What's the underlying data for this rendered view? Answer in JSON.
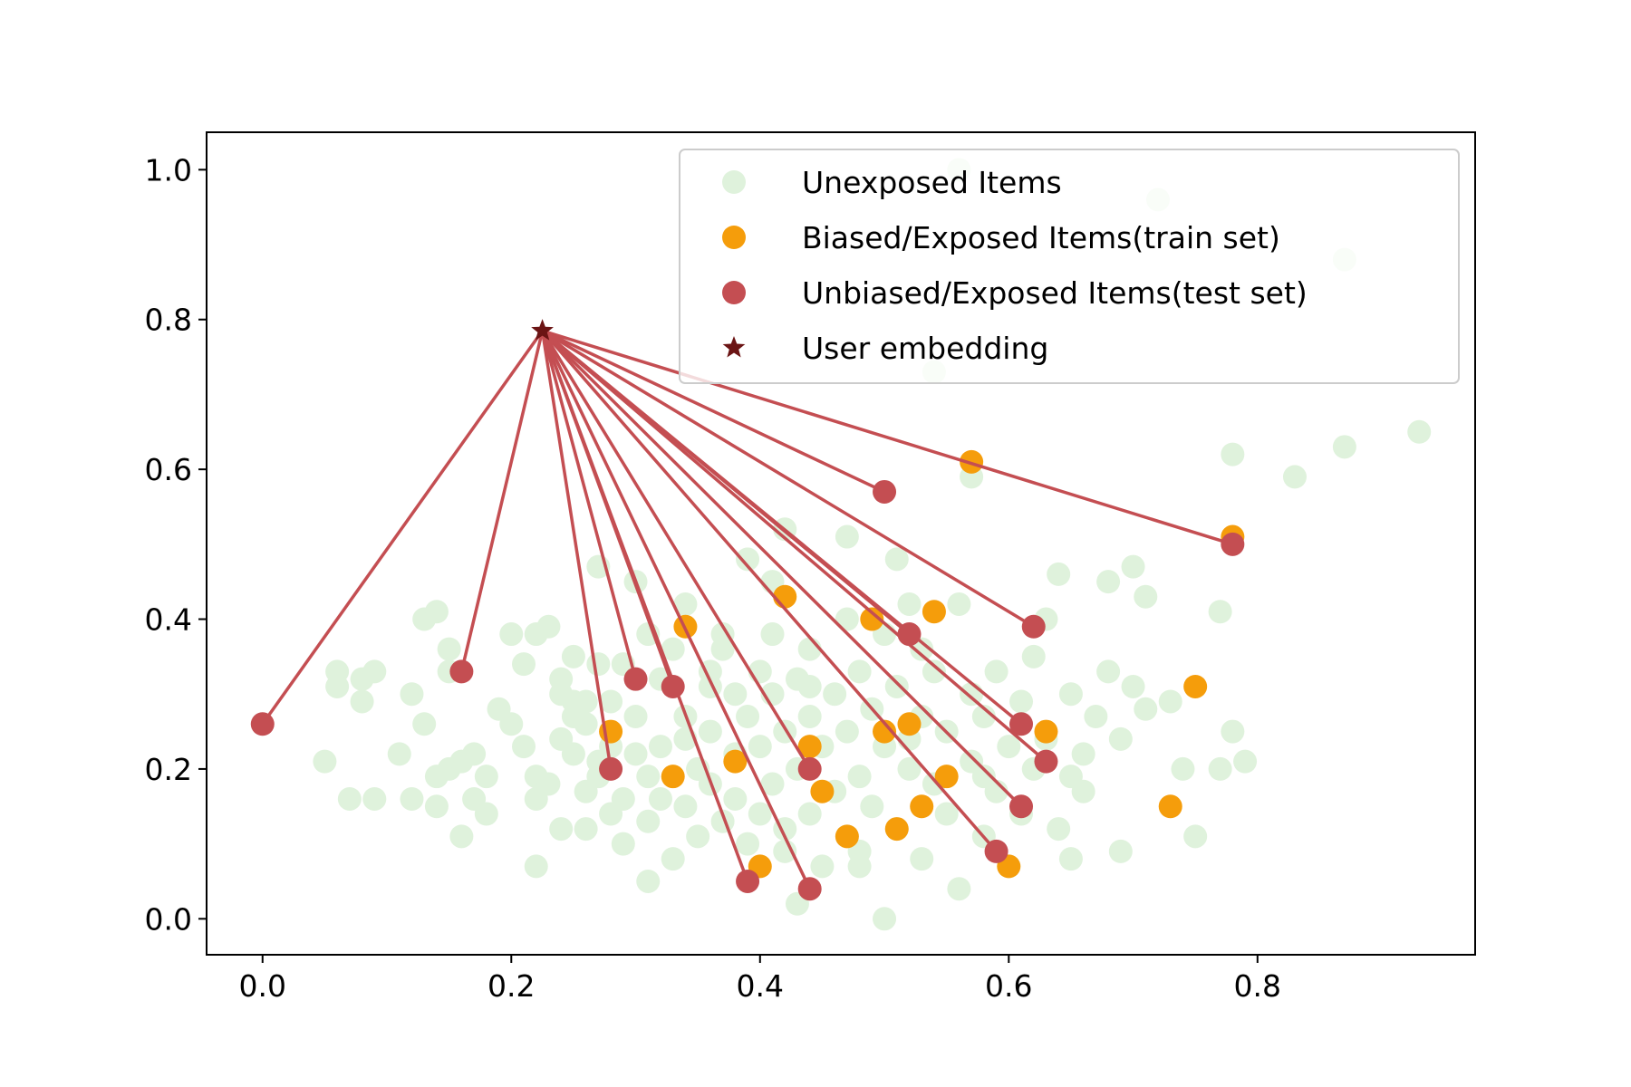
{
  "chart_data": {
    "type": "scatter",
    "title": "",
    "xlabel": "",
    "ylabel": "",
    "xlim": [
      -0.045,
      0.975
    ],
    "ylim": [
      -0.048,
      1.05
    ],
    "grid": false,
    "legend_position": "top-right",
    "x_ticks": [
      {
        "value": 0.0,
        "label": "0.0"
      },
      {
        "value": 0.2,
        "label": "0.2"
      },
      {
        "value": 0.4,
        "label": "0.4"
      },
      {
        "value": 0.6,
        "label": "0.6"
      },
      {
        "value": 0.8,
        "label": "0.8"
      }
    ],
    "y_ticks": [
      {
        "value": 0.0,
        "label": "0.0"
      },
      {
        "value": 0.2,
        "label": "0.2"
      },
      {
        "value": 0.4,
        "label": "0.4"
      },
      {
        "value": 0.6,
        "label": "0.6"
      },
      {
        "value": 0.8,
        "label": "0.8"
      },
      {
        "value": 1.0,
        "label": "1.0"
      }
    ],
    "series": [
      {
        "name": "Unexposed Items",
        "color": "#dff2dc",
        "marker": "circle",
        "points": [
          [
            0.05,
            0.21
          ],
          [
            0.06,
            0.33
          ],
          [
            0.06,
            0.31
          ],
          [
            0.07,
            0.16
          ],
          [
            0.08,
            0.32
          ],
          [
            0.08,
            0.29
          ],
          [
            0.09,
            0.16
          ],
          [
            0.09,
            0.33
          ],
          [
            0.11,
            0.22
          ],
          [
            0.12,
            0.16
          ],
          [
            0.12,
            0.3
          ],
          [
            0.13,
            0.26
          ],
          [
            0.13,
            0.4
          ],
          [
            0.14,
            0.41
          ],
          [
            0.14,
            0.15
          ],
          [
            0.14,
            0.19
          ],
          [
            0.15,
            0.33
          ],
          [
            0.15,
            0.36
          ],
          [
            0.15,
            0.2
          ],
          [
            0.16,
            0.21
          ],
          [
            0.16,
            0.11
          ],
          [
            0.17,
            0.22
          ],
          [
            0.17,
            0.16
          ],
          [
            0.18,
            0.19
          ],
          [
            0.18,
            0.14
          ],
          [
            0.19,
            0.28
          ],
          [
            0.2,
            0.26
          ],
          [
            0.2,
            0.38
          ],
          [
            0.21,
            0.23
          ],
          [
            0.21,
            0.34
          ],
          [
            0.22,
            0.38
          ],
          [
            0.22,
            0.19
          ],
          [
            0.22,
            0.16
          ],
          [
            0.22,
            0.07
          ],
          [
            0.23,
            0.18
          ],
          [
            0.23,
            0.39
          ],
          [
            0.24,
            0.12
          ],
          [
            0.24,
            0.3
          ],
          [
            0.24,
            0.24
          ],
          [
            0.24,
            0.32
          ],
          [
            0.25,
            0.27
          ],
          [
            0.25,
            0.35
          ],
          [
            0.25,
            0.22
          ],
          [
            0.25,
            0.29
          ],
          [
            0.26,
            0.17
          ],
          [
            0.26,
            0.12
          ],
          [
            0.26,
            0.26
          ],
          [
            0.27,
            0.19
          ],
          [
            0.27,
            0.34
          ],
          [
            0.27,
            0.47
          ],
          [
            0.28,
            0.23
          ],
          [
            0.28,
            0.14
          ],
          [
            0.28,
            0.29
          ],
          [
            0.29,
            0.16
          ],
          [
            0.29,
            0.34
          ],
          [
            0.29,
            0.1
          ],
          [
            0.3,
            0.22
          ],
          [
            0.3,
            0.27
          ],
          [
            0.3,
            0.45
          ],
          [
            0.31,
            0.19
          ],
          [
            0.31,
            0.13
          ],
          [
            0.31,
            0.05
          ],
          [
            0.32,
            0.16
          ],
          [
            0.32,
            0.32
          ],
          [
            0.32,
            0.23
          ],
          [
            0.33,
            0.08
          ],
          [
            0.33,
            0.36
          ],
          [
            0.34,
            0.24
          ],
          [
            0.34,
            0.15
          ],
          [
            0.34,
            0.42
          ],
          [
            0.34,
            0.27
          ],
          [
            0.35,
            0.11
          ],
          [
            0.35,
            0.2
          ],
          [
            0.36,
            0.31
          ],
          [
            0.36,
            0.25
          ],
          [
            0.36,
            0.18
          ],
          [
            0.37,
            0.36
          ],
          [
            0.37,
            0.13
          ],
          [
            0.38,
            0.3
          ],
          [
            0.38,
            0.22
          ],
          [
            0.38,
            0.16
          ],
          [
            0.39,
            0.48
          ],
          [
            0.39,
            0.27
          ],
          [
            0.39,
            0.1
          ],
          [
            0.4,
            0.33
          ],
          [
            0.4,
            0.23
          ],
          [
            0.4,
            0.14
          ],
          [
            0.41,
            0.38
          ],
          [
            0.41,
            0.3
          ],
          [
            0.41,
            0.18
          ],
          [
            0.41,
            0.45
          ],
          [
            0.42,
            0.25
          ],
          [
            0.42,
            0.09
          ],
          [
            0.42,
            0.52
          ],
          [
            0.43,
            0.32
          ],
          [
            0.43,
            0.02
          ],
          [
            0.43,
            0.2
          ],
          [
            0.44,
            0.27
          ],
          [
            0.44,
            0.14
          ],
          [
            0.44,
            0.36
          ],
          [
            0.45,
            0.07
          ],
          [
            0.45,
            0.23
          ],
          [
            0.46,
            0.3
          ],
          [
            0.46,
            0.17
          ],
          [
            0.47,
            0.4
          ],
          [
            0.47,
            0.25
          ],
          [
            0.47,
            0.11
          ],
          [
            0.48,
            0.33
          ],
          [
            0.48,
            0.19
          ],
          [
            0.48,
            0.07
          ],
          [
            0.49,
            0.28
          ],
          [
            0.49,
            0.15
          ],
          [
            0.5,
            0.38
          ],
          [
            0.5,
            0.23
          ],
          [
            0.5,
            0.0
          ],
          [
            0.51,
            0.48
          ],
          [
            0.51,
            0.31
          ],
          [
            0.51,
            0.12
          ],
          [
            0.52,
            0.42
          ],
          [
            0.52,
            0.2
          ],
          [
            0.53,
            0.36
          ],
          [
            0.53,
            0.27
          ],
          [
            0.53,
            0.08
          ],
          [
            0.54,
            0.18
          ],
          [
            0.54,
            0.33
          ],
          [
            0.54,
            0.73
          ],
          [
            0.55,
            0.25
          ],
          [
            0.55,
            0.14
          ],
          [
            0.56,
            0.42
          ],
          [
            0.56,
            0.04
          ],
          [
            0.57,
            0.3
          ],
          [
            0.57,
            0.21
          ],
          [
            0.57,
            0.59
          ],
          [
            0.58,
            0.11
          ],
          [
            0.58,
            0.27
          ],
          [
            0.59,
            0.17
          ],
          [
            0.59,
            0.33
          ],
          [
            0.6,
            0.23
          ],
          [
            0.6,
            0.07
          ],
          [
            0.61,
            0.29
          ],
          [
            0.61,
            0.14
          ],
          [
            0.62,
            0.2
          ],
          [
            0.62,
            0.35
          ],
          [
            0.63,
            0.24
          ],
          [
            0.63,
            0.4
          ],
          [
            0.64,
            0.12
          ],
          [
            0.64,
            0.46
          ],
          [
            0.65,
            0.3
          ],
          [
            0.65,
            0.08
          ],
          [
            0.66,
            0.22
          ],
          [
            0.66,
            0.17
          ],
          [
            0.67,
            0.27
          ],
          [
            0.68,
            0.33
          ],
          [
            0.68,
            0.45
          ],
          [
            0.69,
            0.09
          ],
          [
            0.69,
            0.24
          ],
          [
            0.7,
            0.31
          ],
          [
            0.7,
            0.47
          ],
          [
            0.71,
            0.43
          ],
          [
            0.71,
            0.28
          ],
          [
            0.72,
            0.96
          ],
          [
            0.73,
            0.29
          ],
          [
            0.74,
            0.2
          ],
          [
            0.75,
            0.11
          ],
          [
            0.77,
            0.41
          ],
          [
            0.77,
            0.2
          ],
          [
            0.78,
            0.25
          ],
          [
            0.78,
            0.62
          ],
          [
            0.79,
            0.21
          ],
          [
            0.83,
            0.59
          ],
          [
            0.87,
            0.63
          ],
          [
            0.87,
            0.88
          ],
          [
            0.93,
            0.65
          ],
          [
            0.56,
            1.0
          ],
          [
            0.47,
            0.51
          ],
          [
            0.35,
            0.2
          ],
          [
            0.26,
            0.29
          ],
          [
            0.37,
            0.38
          ],
          [
            0.44,
            0.31
          ],
          [
            0.52,
            0.24
          ],
          [
            0.31,
            0.38
          ],
          [
            0.58,
            0.19
          ],
          [
            0.65,
            0.19
          ],
          [
            0.42,
            0.12
          ],
          [
            0.48,
            0.09
          ],
          [
            0.36,
            0.33
          ],
          [
            0.27,
            0.21
          ]
        ]
      },
      {
        "name": "Biased/Exposed Items(train set)",
        "color": "#f59d0b",
        "marker": "circle",
        "points": [
          [
            0.28,
            0.25
          ],
          [
            0.33,
            0.19
          ],
          [
            0.34,
            0.39
          ],
          [
            0.38,
            0.21
          ],
          [
            0.4,
            0.07
          ],
          [
            0.42,
            0.43
          ],
          [
            0.44,
            0.23
          ],
          [
            0.45,
            0.17
          ],
          [
            0.47,
            0.11
          ],
          [
            0.49,
            0.4
          ],
          [
            0.5,
            0.25
          ],
          [
            0.51,
            0.12
          ],
          [
            0.52,
            0.26
          ],
          [
            0.53,
            0.15
          ],
          [
            0.54,
            0.41
          ],
          [
            0.55,
            0.19
          ],
          [
            0.57,
            0.61
          ],
          [
            0.6,
            0.07
          ],
          [
            0.63,
            0.25
          ],
          [
            0.73,
            0.15
          ],
          [
            0.75,
            0.31
          ],
          [
            0.78,
            0.51
          ]
        ]
      },
      {
        "name": "Unbiased/Exposed Items(test set)",
        "color": "#c44e52",
        "marker": "circle",
        "points": [
          [
            0.0,
            0.26
          ],
          [
            0.16,
            0.33
          ],
          [
            0.28,
            0.2
          ],
          [
            0.3,
            0.32
          ],
          [
            0.33,
            0.31
          ],
          [
            0.39,
            0.05
          ],
          [
            0.44,
            0.2
          ],
          [
            0.44,
            0.04
          ],
          [
            0.5,
            0.57
          ],
          [
            0.52,
            0.38
          ],
          [
            0.59,
            0.09
          ],
          [
            0.61,
            0.15
          ],
          [
            0.61,
            0.26
          ],
          [
            0.63,
            0.21
          ],
          [
            0.62,
            0.39
          ],
          [
            0.78,
            0.5
          ]
        ]
      },
      {
        "name": "User embedding",
        "color": "#6b1414",
        "marker": "star",
        "points": [
          [
            0.225,
            0.785
          ]
        ]
      }
    ],
    "connections": {
      "from_series": "User embedding",
      "to_series": "Unbiased/Exposed Items(test set)",
      "color": "#c44e52"
    }
  }
}
